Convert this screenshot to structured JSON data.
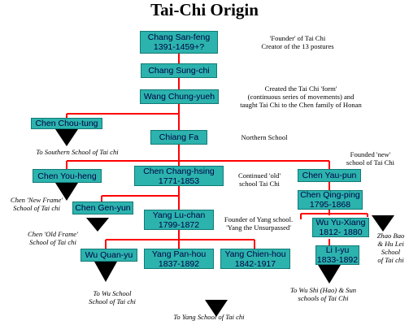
{
  "title": "Tai-Chi Origin",
  "colors": {
    "box_fill": "#2cb3ae",
    "box_text": "#000040",
    "line": "#ff0000",
    "arrow": "#000000"
  },
  "people": {
    "chang_san_feng": {
      "name": "Chang San-feng",
      "dates": "1391-1459+?"
    },
    "chang_sung_chi": {
      "name": "Chang Sung-chi"
    },
    "wang_chung_yueh": {
      "name": "Wang Chung-yueh"
    },
    "chen_chou_tung": {
      "name": "Chen Chou-tung"
    },
    "chiang_fa": {
      "name": "Chiang Fa"
    },
    "chen_you_heng": {
      "name": "Chen You-heng"
    },
    "chen_chang_hsing": {
      "name": "Chen Chang-hsing",
      "dates": "1771-1853"
    },
    "chen_yau_pun": {
      "name": "Chen Yau-pun"
    },
    "chen_gen_yun": {
      "name": "Chen Gen-yun"
    },
    "yang_lu_chan": {
      "name": "Yang Lu-chan",
      "dates": "1799-1872"
    },
    "chen_qing_ping": {
      "name": "Chen Qing-ping",
      "dates": "1795-1868"
    },
    "wu_yu_xiang": {
      "name": "Wu Yu-Xiang",
      "dates": "1812- 1880"
    },
    "wu_quan_yu": {
      "name": "Wu Quan-yu"
    },
    "yang_pan_hou": {
      "name": "Yang Pan-hou",
      "dates": "1837-1892"
    },
    "yang_chien_hou": {
      "name": "Yang Chien-hou",
      "dates": "1842-1917"
    },
    "li_i_yu": {
      "name": "Li I-yu",
      "dates": "1833-1892"
    }
  },
  "notes": {
    "founder": [
      "'Founder' of Tai Chi",
      "Creator of the 13 postures"
    ],
    "form": [
      "Created the Tai Chi 'form'",
      "(continuous series of movements) and",
      "taught Tai Chi to the Chen family of Honan"
    ],
    "northern": [
      "Northern School"
    ],
    "new_school": [
      "Founded 'new'",
      "school of Tai Chi"
    ],
    "old_school": [
      "Continued 'old'",
      "school Tai Chi"
    ],
    "yang_school": [
      "Founder of Yang school.",
      "'Yang the Unsurpassed'"
    ],
    "southern": [
      "To Southern School of Tai chi"
    ],
    "new_frame": [
      "Chen  'New Frame'",
      "School of Tai chi"
    ],
    "old_frame": [
      "Chen  'Old Frame'",
      "School of Tai chi"
    ],
    "zhao_bao": [
      "Zhao Bao",
      "& Hu Lei",
      "School",
      "of  Tai chi"
    ],
    "wu_school": [
      "To Wu School",
      "School of Tai chi"
    ],
    "yang_to": [
      "To Yang School of Tai chi"
    ],
    "wu_hao": [
      "To  Wu Shi (Hao) & Sun",
      "schools of Tai Chi"
    ]
  }
}
